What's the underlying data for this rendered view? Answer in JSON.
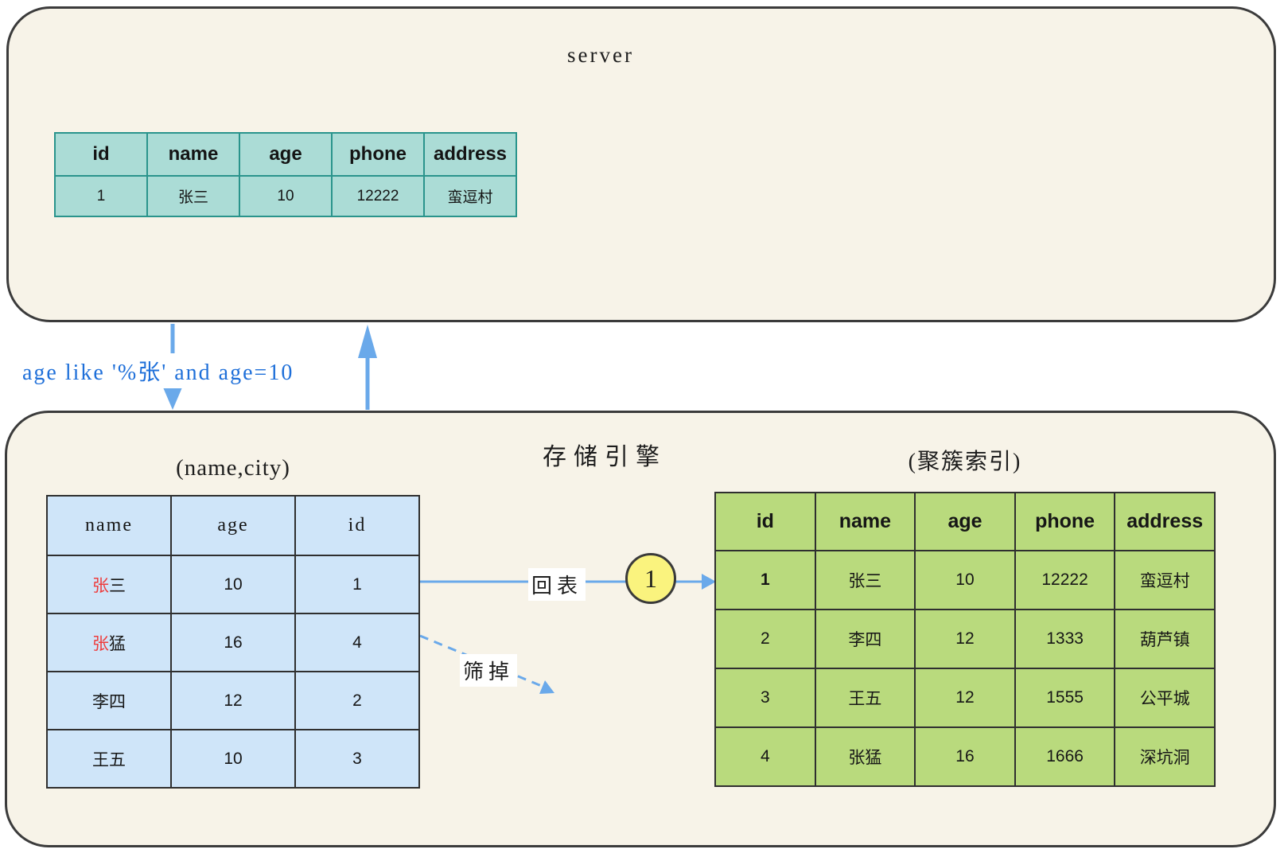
{
  "colors": {
    "box_fill": "#f7f3e8",
    "box_border": "#3b3b3b",
    "server_table_fill": "#abdcd6",
    "server_table_border": "#2a948c",
    "secondary_table_fill": "#cfe5f9",
    "clustered_table_fill": "#b9da7d",
    "inner_table_border": "#2f2f2f",
    "arrow_blue": "#6aa9ea",
    "query_text_blue": "#1e6fd9",
    "highlight_red": "#ee3b3b",
    "highlight_blue": "#3a45d6",
    "badge_fill": "#faf37e"
  },
  "server_box": {
    "title": "server",
    "result_table": {
      "headers": [
        "id",
        "name",
        "age",
        "phone",
        "address"
      ],
      "rows": [
        [
          "1",
          "张三",
          "10",
          "12222",
          "蛮逗村"
        ]
      ]
    }
  },
  "query": {
    "text": "age like '%张' and age=10"
  },
  "engine_box": {
    "title": "存储引擎",
    "secondary_index": {
      "title": "(name,city)",
      "headers": [
        "name",
        "age",
        "id"
      ],
      "rows": [
        {
          "name_hl": "张",
          "name_rest": "三",
          "age": "10",
          "id": "1"
        },
        {
          "name_hl": "张",
          "name_rest": "猛",
          "age": "16",
          "id": "4"
        },
        {
          "name_hl": "",
          "name_rest": "李四",
          "age": "12",
          "id": "2"
        },
        {
          "name_hl": "",
          "name_rest": "王五",
          "age": "10",
          "id": "3"
        }
      ]
    },
    "clustered_index": {
      "title": "(聚簇索引)",
      "headers": [
        "id",
        "name",
        "age",
        "phone",
        "address"
      ],
      "rows": [
        [
          "1",
          "张三",
          "10",
          "12222",
          "蛮逗村"
        ],
        [
          "2",
          "李四",
          "12",
          "1333",
          "葫芦镇"
        ],
        [
          "3",
          "王五",
          "12",
          "1555",
          "公平城"
        ],
        [
          "4",
          "张猛",
          "16",
          "1666",
          "深坑洞"
        ]
      ]
    },
    "back_to_table_label": "回表",
    "filter_out_label": "筛掉",
    "step_badge": "1"
  }
}
